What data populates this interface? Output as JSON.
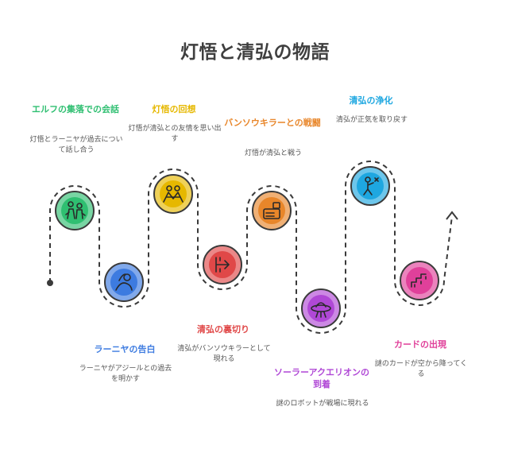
{
  "title": "灯悟と清弘の物語",
  "steps": [
    {
      "label": "エルフの集落での会話",
      "desc": "灯悟とラーニヤが過去について話し合う",
      "color": "#2fbf71",
      "icon": "people-talking-icon"
    },
    {
      "label": "ラーニヤの告白",
      "desc": "ラーニヤがアジールとの過去を明かす",
      "color": "#3d7be0",
      "icon": "confession-icon"
    },
    {
      "label": "灯悟の回想",
      "desc": "灯悟が清弘との友情を思い出す",
      "color": "#e6b800",
      "icon": "friendship-icon"
    },
    {
      "label": "清弘の裏切り",
      "desc": "清弘がバンソウキラーとして現れる",
      "color": "#e04848",
      "icon": "betrayal-icon"
    },
    {
      "label": "バンソウキラーとの戦闘",
      "desc": "灯悟が清弘と戦う",
      "color": "#e8862a",
      "icon": "robot-icon"
    },
    {
      "label": "ソーラーアクエリオンの到着",
      "desc": "謎のロボットが戦場に現れる",
      "color": "#b048d6",
      "icon": "ufo-icon"
    },
    {
      "label": "清弘の浄化",
      "desc": "清弘が正気を取り戻す",
      "color": "#1ea7e0",
      "icon": "purification-icon"
    },
    {
      "label": "カードの出現",
      "desc": "謎のカードが空から降ってくる",
      "color": "#e0409a",
      "icon": "card-icon"
    }
  ]
}
